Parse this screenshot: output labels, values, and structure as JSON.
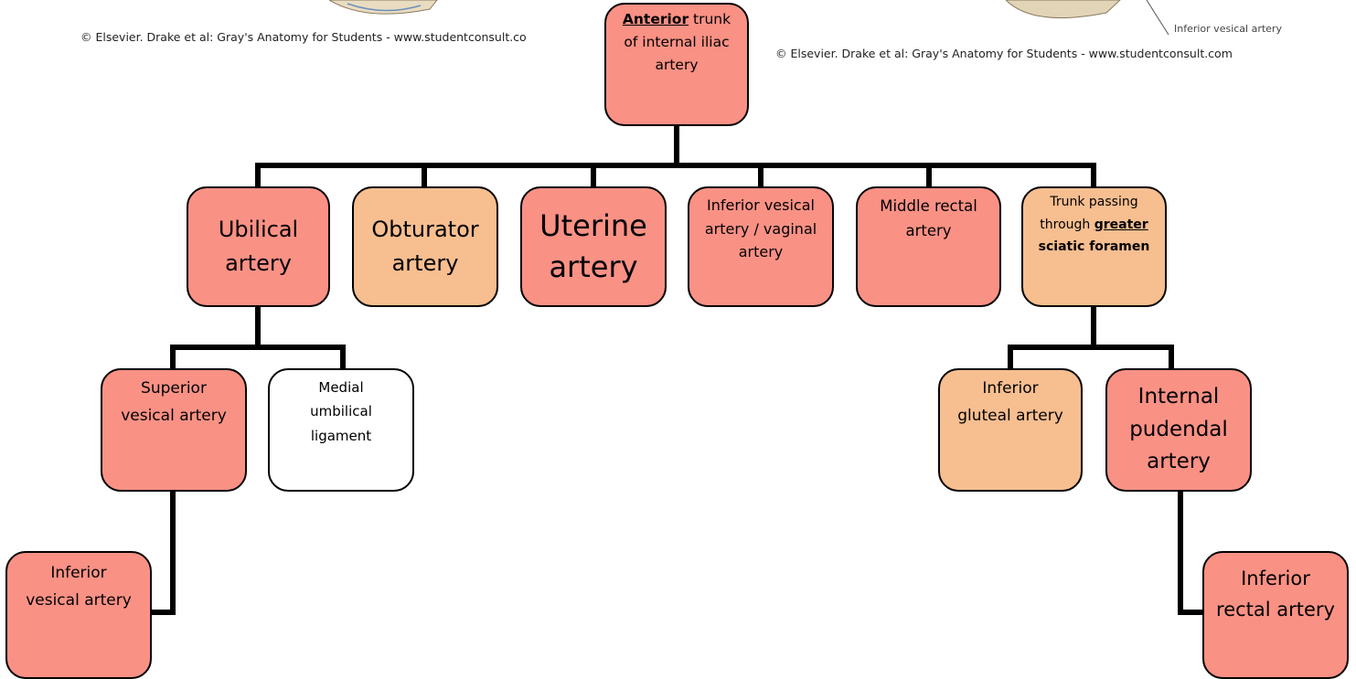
{
  "credits": {
    "left": "© Elsevier. Drake et al: Gray's Anatomy for Students - www.studentconsult.co",
    "right": "© Elsevier. Drake et al: Gray's Anatomy for Students - www.studentconsult.com",
    "figure_label": "Inferior vesical artery"
  },
  "root": {
    "bold_word": "Anterior",
    "rest_line1": " trunk",
    "line2": "of internal iliac",
    "line3": "artery"
  },
  "branches": {
    "umbilical": [
      "Ubilical",
      "artery"
    ],
    "obturator": [
      "Obturator",
      "artery"
    ],
    "uterine": [
      "Uterine",
      "artery"
    ],
    "inferior_vesical_vaginal": [
      "Inferior vesical",
      "artery / vaginal",
      "artery"
    ],
    "middle_rectal": [
      "Middle rectal",
      "artery"
    ],
    "trunk": {
      "line1": "Trunk passing",
      "line2_prefix": "through ",
      "line2_bold": "greater",
      "line3": "sciatic foramen"
    }
  },
  "umbilical_children": {
    "superior_vesical": [
      "Superior",
      "vesical artery"
    ],
    "medial_umbilical": [
      "Medial",
      "umbilical",
      "ligament"
    ]
  },
  "superior_vesical_child": {
    "inferior_vesical": [
      "Inferior",
      "vesical artery"
    ]
  },
  "trunk_children": {
    "inferior_gluteal": [
      "Inferior",
      "gluteal artery"
    ],
    "internal_pudendal": [
      "Internal",
      "pudendal",
      "artery"
    ]
  },
  "pudendal_child": {
    "inferior_rectal": [
      "Inferior",
      "rectal artery"
    ]
  }
}
